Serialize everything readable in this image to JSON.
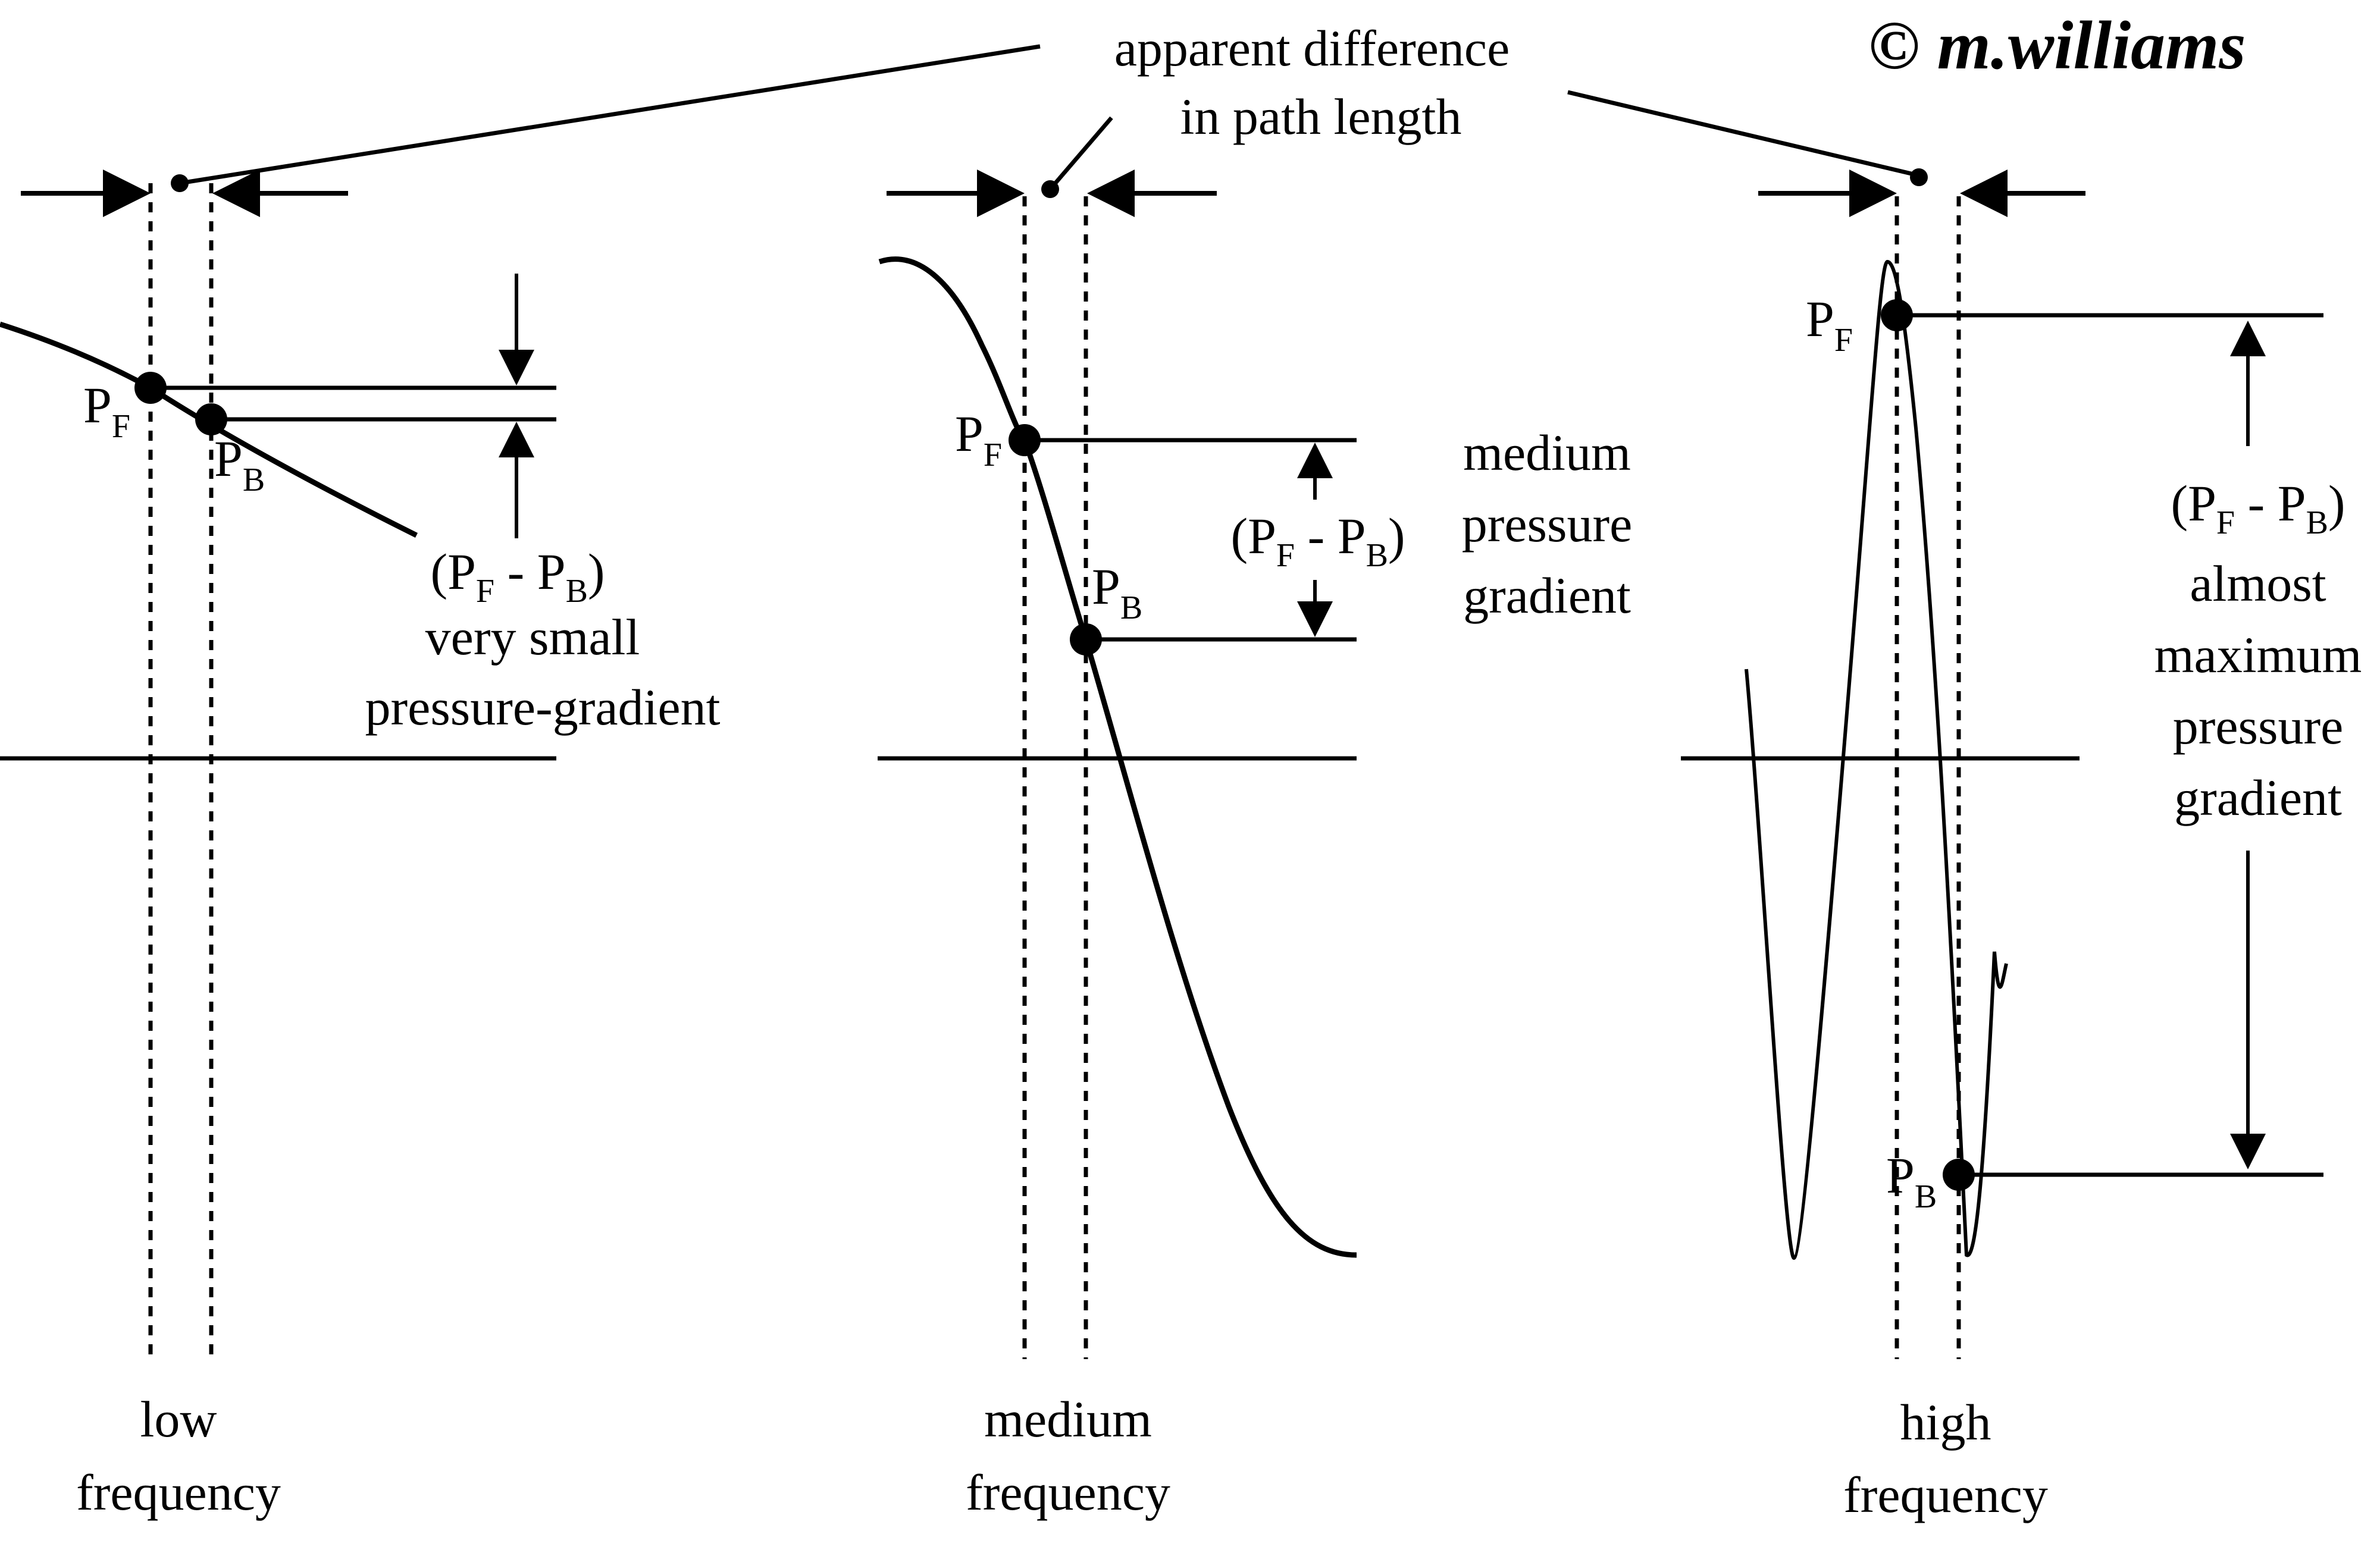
{
  "copyright": "© m.williams",
  "top_label": [
    "apparent difference",
    "in path length"
  ],
  "markers": {
    "front": "P",
    "front_sub": "F",
    "back": "P",
    "back_sub": "B"
  },
  "gradient_expr": {
    "open": "(",
    "front": "P",
    "front_sub": "F",
    "minus": " - ",
    "back": "P",
    "back_sub": "B",
    "close": ")"
  },
  "panels": [
    {
      "id": "low",
      "caption": [
        "low",
        "frequency"
      ],
      "gradient_text": [
        "very small",
        "pressure-gradient"
      ]
    },
    {
      "id": "medium",
      "caption": [
        "medium",
        "frequency"
      ],
      "gradient_text": [
        "medium",
        "pressure",
        "gradient"
      ]
    },
    {
      "id": "high",
      "caption": [
        "high",
        "frequency"
      ],
      "gradient_text": [
        "almost",
        "maximum",
        "pressure",
        "gradient"
      ]
    }
  ],
  "colors": {
    "ink": "#000000",
    "background": "#ffffff"
  }
}
